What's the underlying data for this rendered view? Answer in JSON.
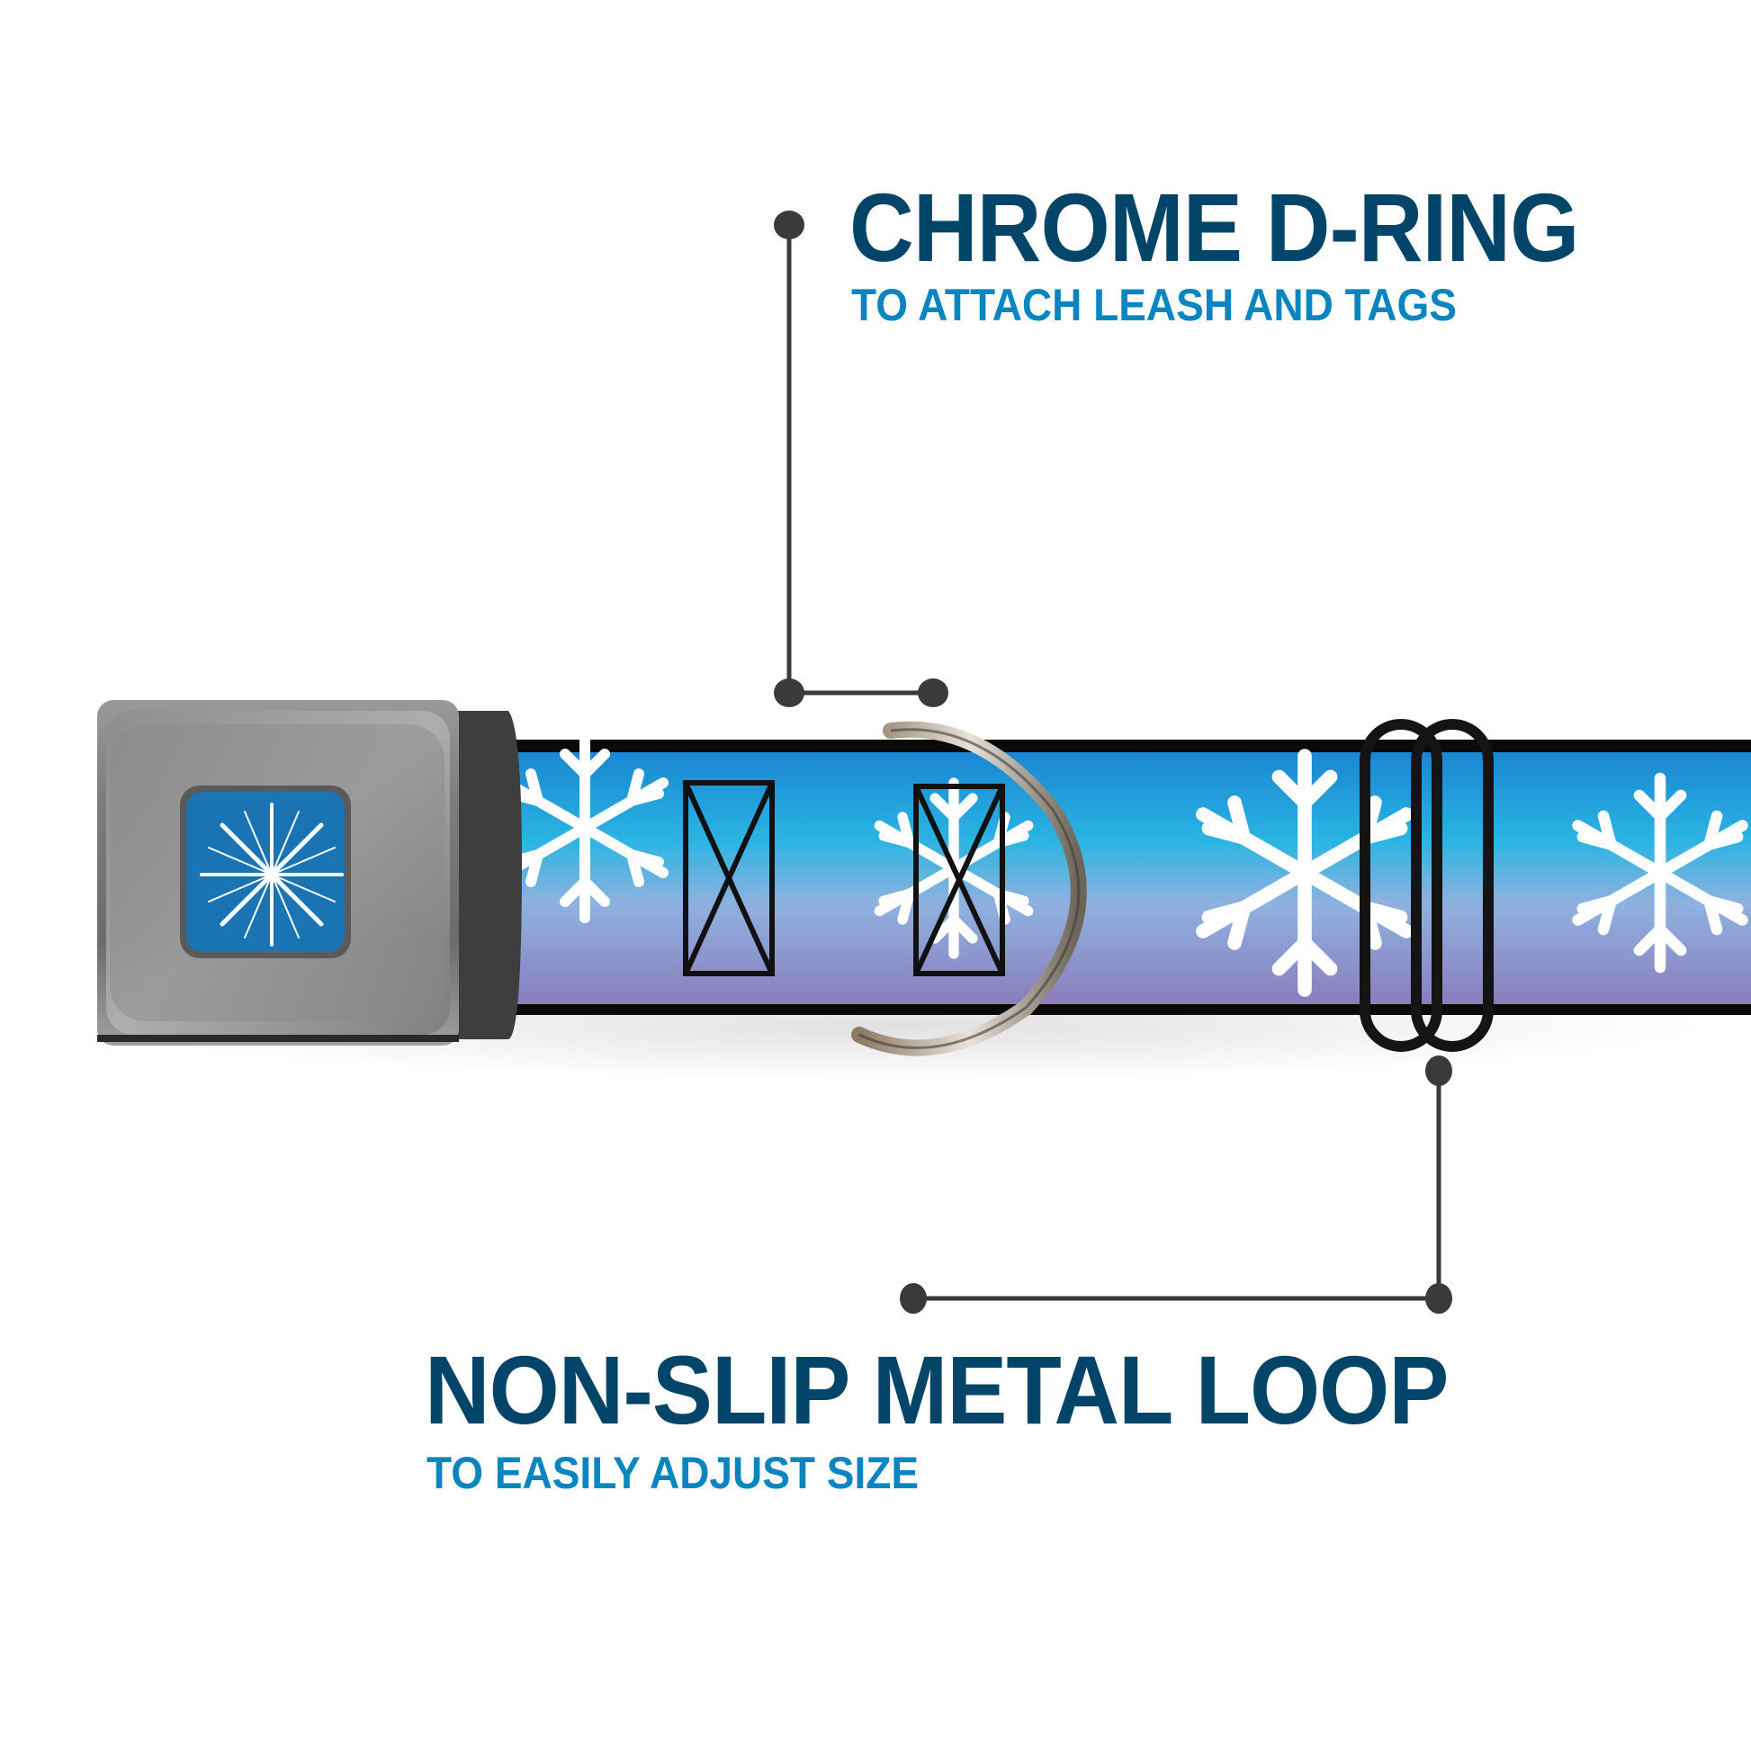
{
  "features": [
    {
      "title": "CHROME D-RING",
      "subtitle": "TO ATTACH LEASH AND TAGS"
    },
    {
      "title": "NON-SLIP METAL LOOP",
      "subtitle": "TO EASILY ADJUST SIZE"
    }
  ],
  "product": {
    "buckle_icon": "snowflake-icon",
    "strap_pattern": "snowflakes",
    "colors": {
      "title": "#034469",
      "subtitle": "#0a85c0",
      "connector": "#3a3a3a",
      "strap_top": "#1a8fd6",
      "strap_mid": "#2fb3e0",
      "strap_bottom": "#8a7fc0",
      "buckle_face": "#1a74b4",
      "buckle_metal": "#8a8a8a"
    }
  }
}
